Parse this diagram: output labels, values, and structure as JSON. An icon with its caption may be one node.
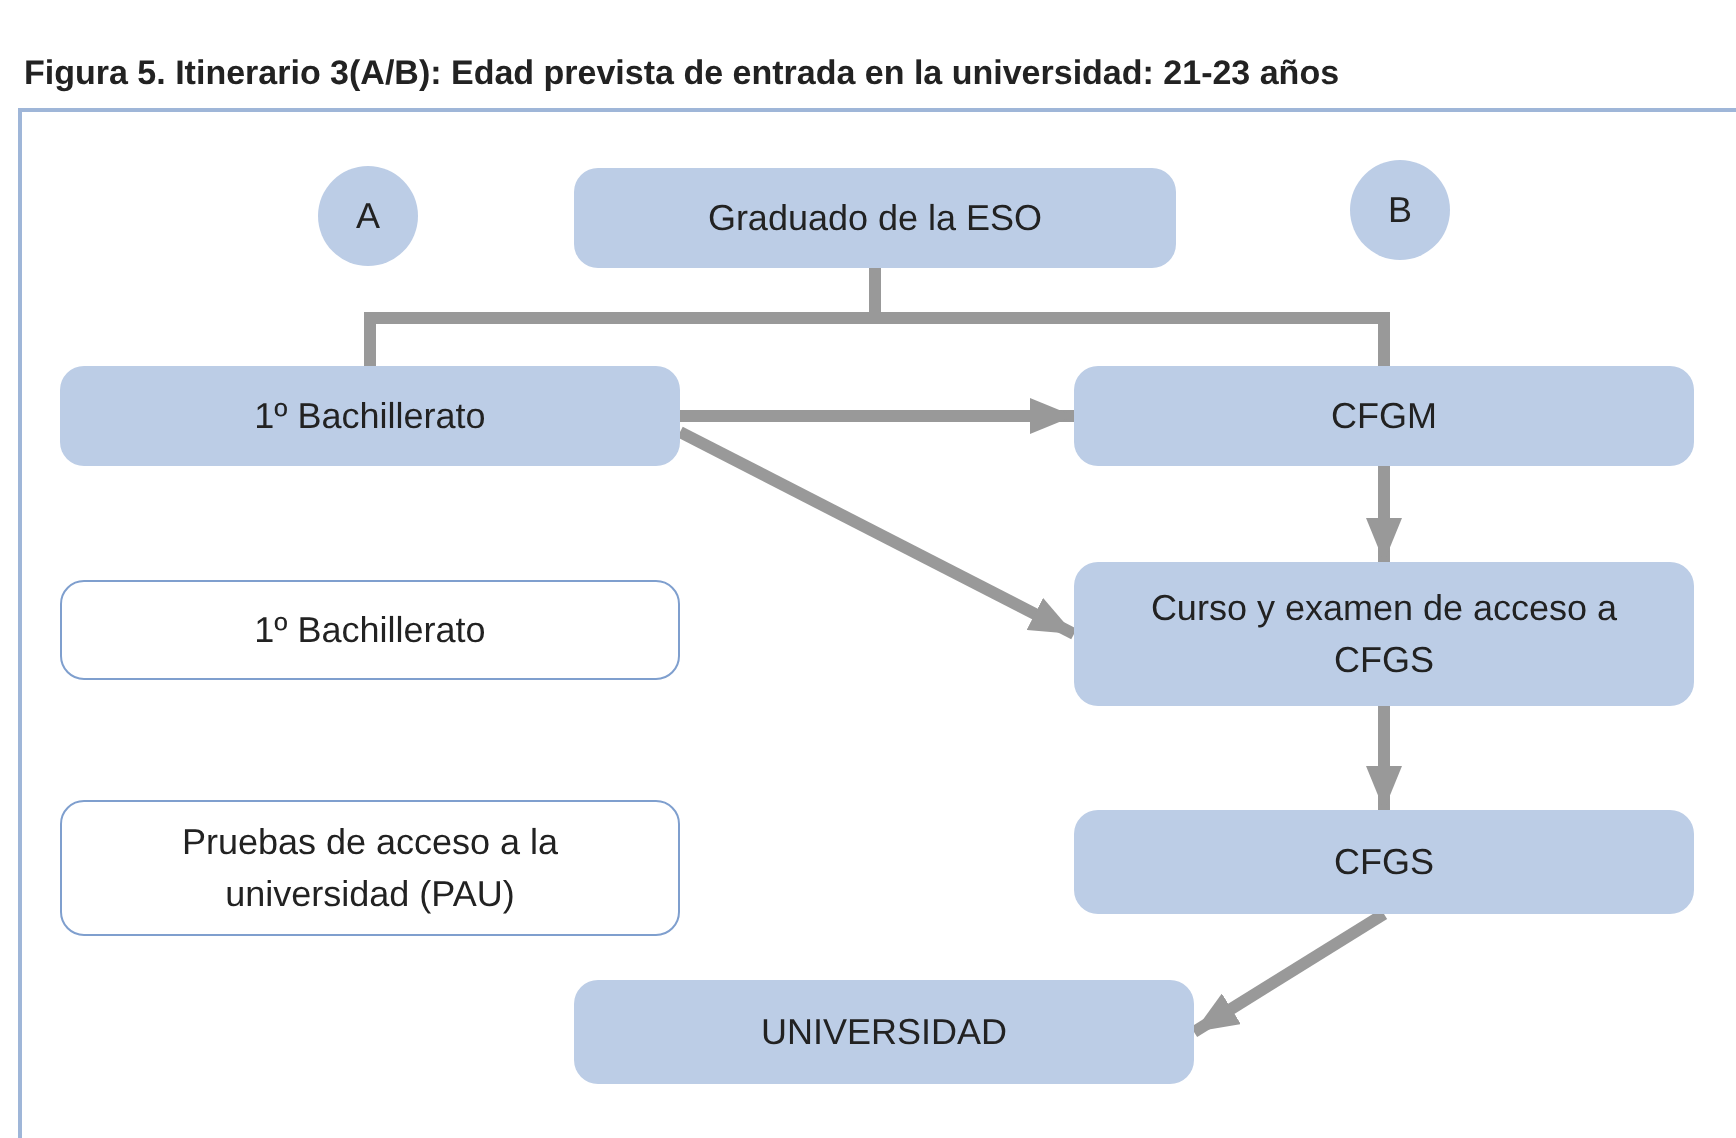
{
  "diagram": {
    "title": "**Figura 5.** Itinerario 3(A/B): Edad prevista de entrada en la universidad: 21-23 años",
    "nodes": [
      {
        "text": [
          "A"
        ]
      },
      {
        "text": [
          "Graduado de la ESO"
        ]
      },
      {
        "text": [
          "B"
        ]
      },
      {
        "text": [
          "1º Bachillerato"
        ]
      },
      {
        "text": [
          "CFGM"
        ]
      },
      {
        "text": [
          "1º Bachillerato"
        ]
      },
      {
        "text": [
          "Curso y examen de acceso a CFGS"
        ]
      },
      {
        "text": [
          "Pruebas de acceso a la universidad (PAU)"
        ]
      },
      {
        "text": [
          "CFGS"
        ]
      },
      {
        "text": [
          "UNIVERSIDAD"
        ]
      }
    ],
    "edges": [
      {
        "from": 1,
        "to": 3,
        "arrow": "none"
      },
      {
        "from": 1,
        "to": 4,
        "arrow": "none"
      },
      {
        "from": 3,
        "to": 4,
        "arrow": "to"
      },
      {
        "from": 3,
        "to": 6,
        "arrow": "to"
      },
      {
        "from": 4,
        "to": 6,
        "arrow": "to"
      },
      {
        "from": 6,
        "to": 8,
        "arrow": "to"
      },
      {
        "from": 8,
        "to": 9,
        "arrow": "to"
      }
    ]
  }
}
